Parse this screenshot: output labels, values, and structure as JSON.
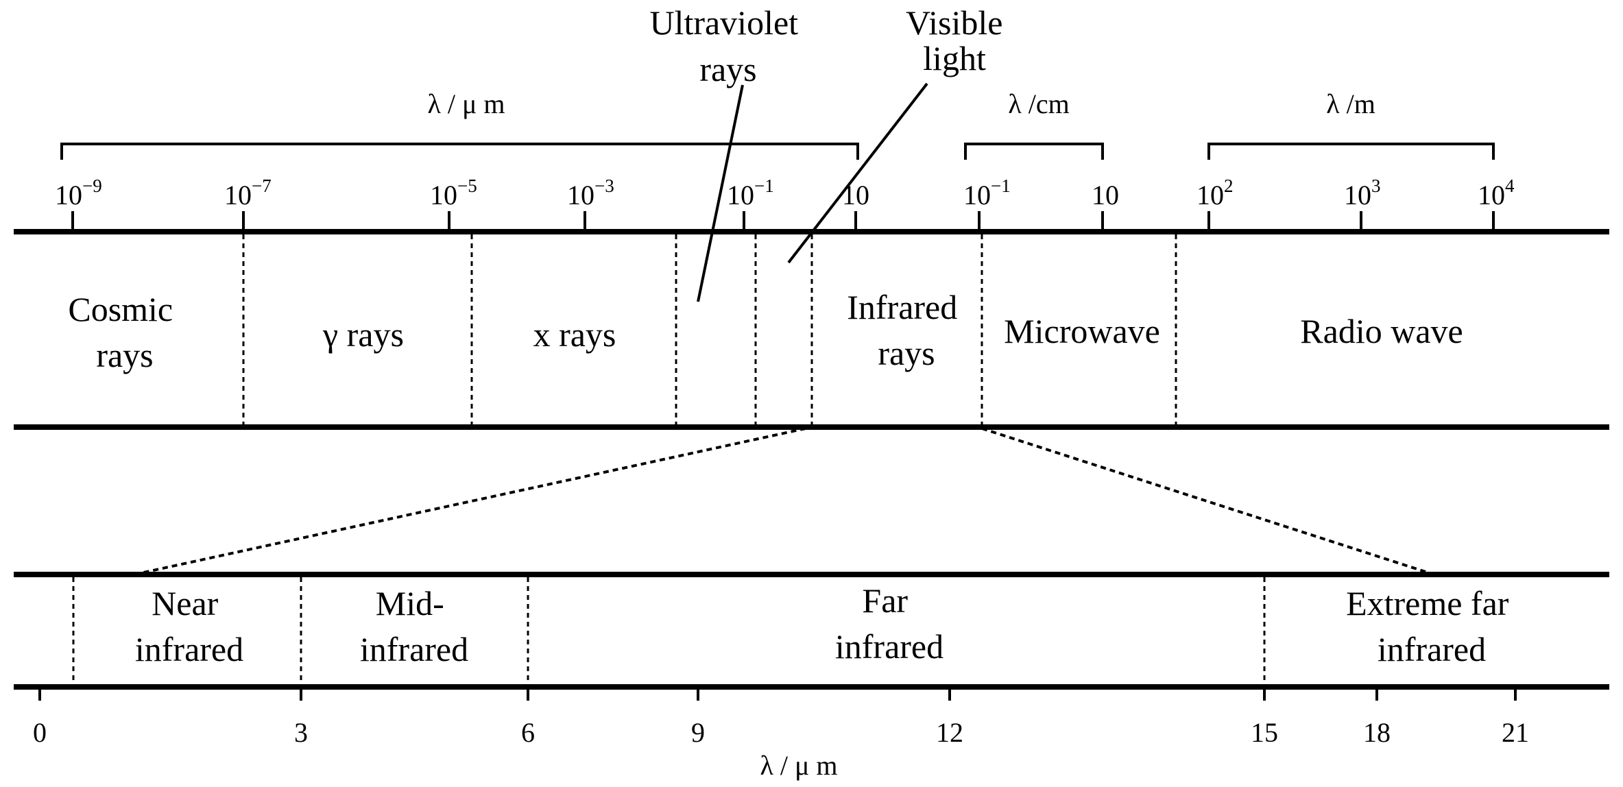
{
  "spectrum": {
    "unit_labels": {
      "micrometer": "λ / μ m",
      "centimeter": "λ /cm",
      "meter": "λ /m"
    },
    "top_ticks": {
      "t1": "10",
      "t1_exp": "−9",
      "t2": "10",
      "t2_exp": "−7",
      "t3": "10",
      "t3_exp": "−5",
      "t4": "10",
      "t4_exp": "−3",
      "t5": "10",
      "t5_exp": "−1",
      "t6": "10",
      "t7": "10",
      "t7_exp": "−1",
      "t8": "10",
      "t9": "10",
      "t9_exp": "2",
      "t10": "10",
      "t10_exp": "3",
      "t11": "10",
      "t11_exp": "4"
    },
    "callouts": {
      "ultraviolet_line1": "Ultraviolet",
      "ultraviolet_line2": "rays",
      "visible_line1": "Visible",
      "visible_line2": "light"
    },
    "regions": {
      "cosmic_line1": "Cosmic",
      "cosmic_line2": "rays",
      "gamma": "γ rays",
      "xrays": "x rays",
      "infrared_line1": "Infrared",
      "infrared_line2": "rays",
      "microwave": "Microwave",
      "radio": "Radio wave"
    }
  },
  "infrared_detail": {
    "regions": {
      "near_line1": "Near",
      "near_line2": "infrared",
      "mid_line1": "Mid-",
      "mid_line2": "infrared",
      "far_line1": "Far",
      "far_line2": "infrared",
      "extreme_line1": "Extreme far",
      "extreme_line2": "infrared"
    },
    "axis_ticks": [
      "0",
      "3",
      "6",
      "9",
      "12",
      "15",
      "18",
      "21"
    ],
    "axis_label": "λ / μ m"
  }
}
